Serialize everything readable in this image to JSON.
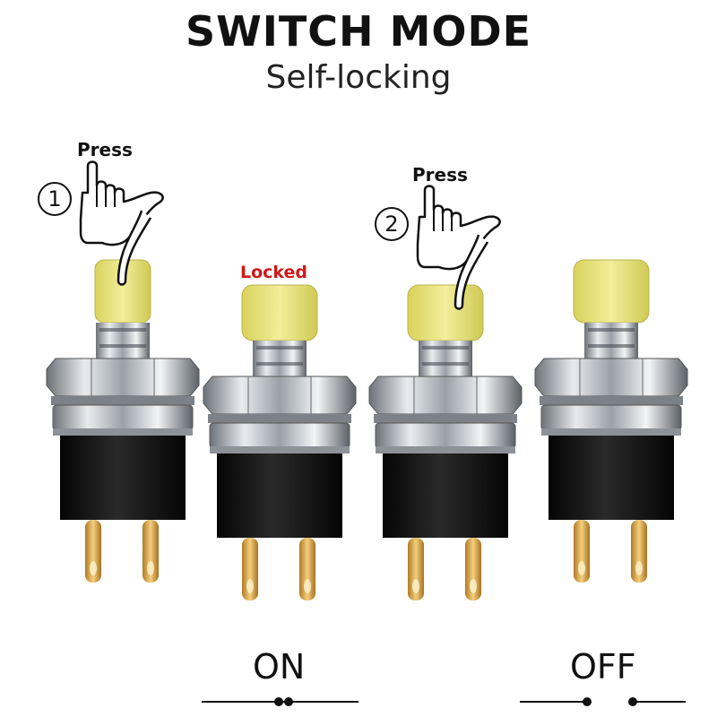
{
  "title": "SWITCH MODE",
  "subtitle": "Self-locking",
  "steps": [
    {
      "number": "1",
      "press_label": "Press"
    },
    {
      "number": "2",
      "press_label": "Press"
    }
  ],
  "locked_label": "Locked",
  "states": [
    {
      "label": "ON",
      "circuit": "closed"
    },
    {
      "label": "OFF",
      "circuit": "open"
    }
  ],
  "colors": {
    "button_cap": "#e8e37a",
    "switch_body": "#111111",
    "metal": "#bfc3c8",
    "terminals": "#d9a54a",
    "locked_text": "#d01818"
  }
}
